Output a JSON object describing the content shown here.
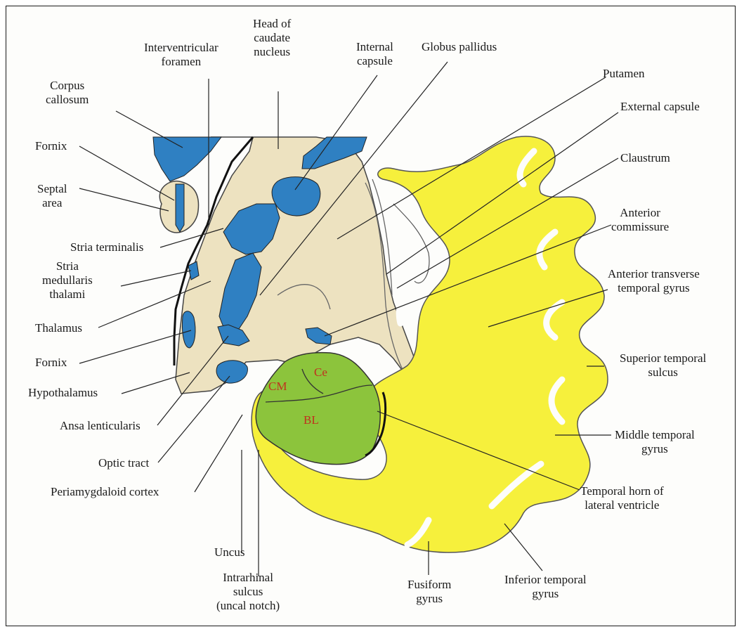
{
  "colors": {
    "white_matter": "#ede2c0",
    "cortex": "#f6f03c",
    "ventricle_csf": "#2f80c2",
    "amygdala": "#8cc43c",
    "nucleus_text": "#c0301e",
    "outline": "#222222"
  },
  "labels": {
    "interventricular_foramen": "Interventricular\nforamen",
    "head_caudate": "Head of\ncaudate\nnucleus",
    "internal_capsule": "Internal\ncapsule",
    "globus_pallidus": "Globus pallidus",
    "corpus_callosum": "Corpus\ncallosum",
    "putamen": "Putamen",
    "external_capsule": "External capsule",
    "fornix_top": "Fornix",
    "claustrum": "Claustrum",
    "septal_area": "Septal\narea",
    "anterior_commissure": "Anterior\ncommissure",
    "stria_terminalis": "Stria terminalis",
    "stria_medullaris": "Stria\nmedullaris\nthalami",
    "anterior_transverse": "Anterior transverse\ntemporal gyrus",
    "thalamus": "Thalamus",
    "fornix_bottom": "Fornix",
    "superior_temporal_sulcus": "Superior temporal\nsulcus",
    "hypothalamus": "Hypothalamus",
    "ansa_lenticularis": "Ansa lenticularis",
    "middle_temporal_gyrus": "Middle temporal\ngyrus",
    "optic_tract": "Optic tract",
    "periamygdaloid": "Periamygdaloid cortex",
    "temporal_horn": "Temporal horn of\nlateral ventricle",
    "uncus": "Uncus",
    "intrarhinal": "Intrarhinal\nsulcus\n(uncal notch)",
    "fusiform": "Fusiform\ngyrus",
    "inferior_temporal": "Inferior temporal\ngyrus"
  },
  "nuclei": {
    "ce": "Ce",
    "cm": "CM",
    "bl": "BL"
  }
}
